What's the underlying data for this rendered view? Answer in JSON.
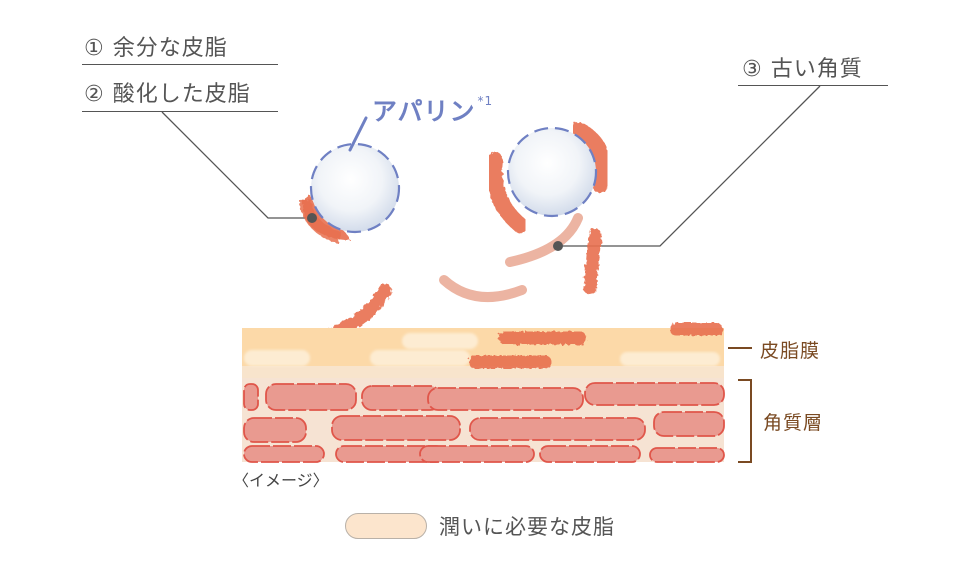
{
  "labels": {
    "item1": {
      "num": "①",
      "text": "余分な皮脂"
    },
    "item2": {
      "num": "②",
      "text": "酸化した皮脂"
    },
    "item3": {
      "num": "③",
      "text": "古い角質"
    }
  },
  "apalin": {
    "name": "アパリン",
    "footnote": "*1"
  },
  "layers": {
    "sebum_film": "皮脂膜",
    "stratum_corneum": "角質層"
  },
  "note": "〈イメージ〉",
  "legend": {
    "text": "潤いに必要な皮脂"
  },
  "colors": {
    "apalin_blue": "#6f80c3",
    "oxidized_sebum": "#e8704f",
    "old_keratin_arc": "#ecb4a2",
    "sebum_film": "#fcd9a8",
    "moisture_sebum": "#fce5cd",
    "corneum_bg": "#f6e3d3",
    "corneum_cell": "#e99a90",
    "cell_outline": "#e0564a",
    "label_text": "#555555",
    "layer_label": "#7a4a22"
  }
}
